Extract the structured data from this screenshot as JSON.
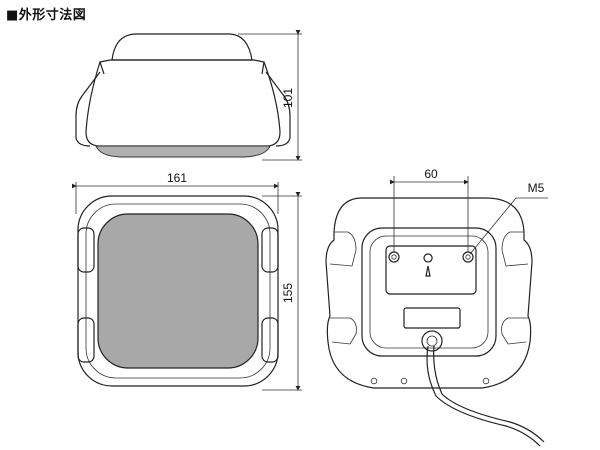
{
  "title": "■外形寸法図",
  "dimensions": {
    "height": "101",
    "width": "161",
    "depth": "155",
    "mount_pitch": "60",
    "screw": "M5"
  },
  "colors": {
    "stroke": "#222222",
    "grille": "#a8a8a8",
    "lens": "#b0b0b0"
  }
}
